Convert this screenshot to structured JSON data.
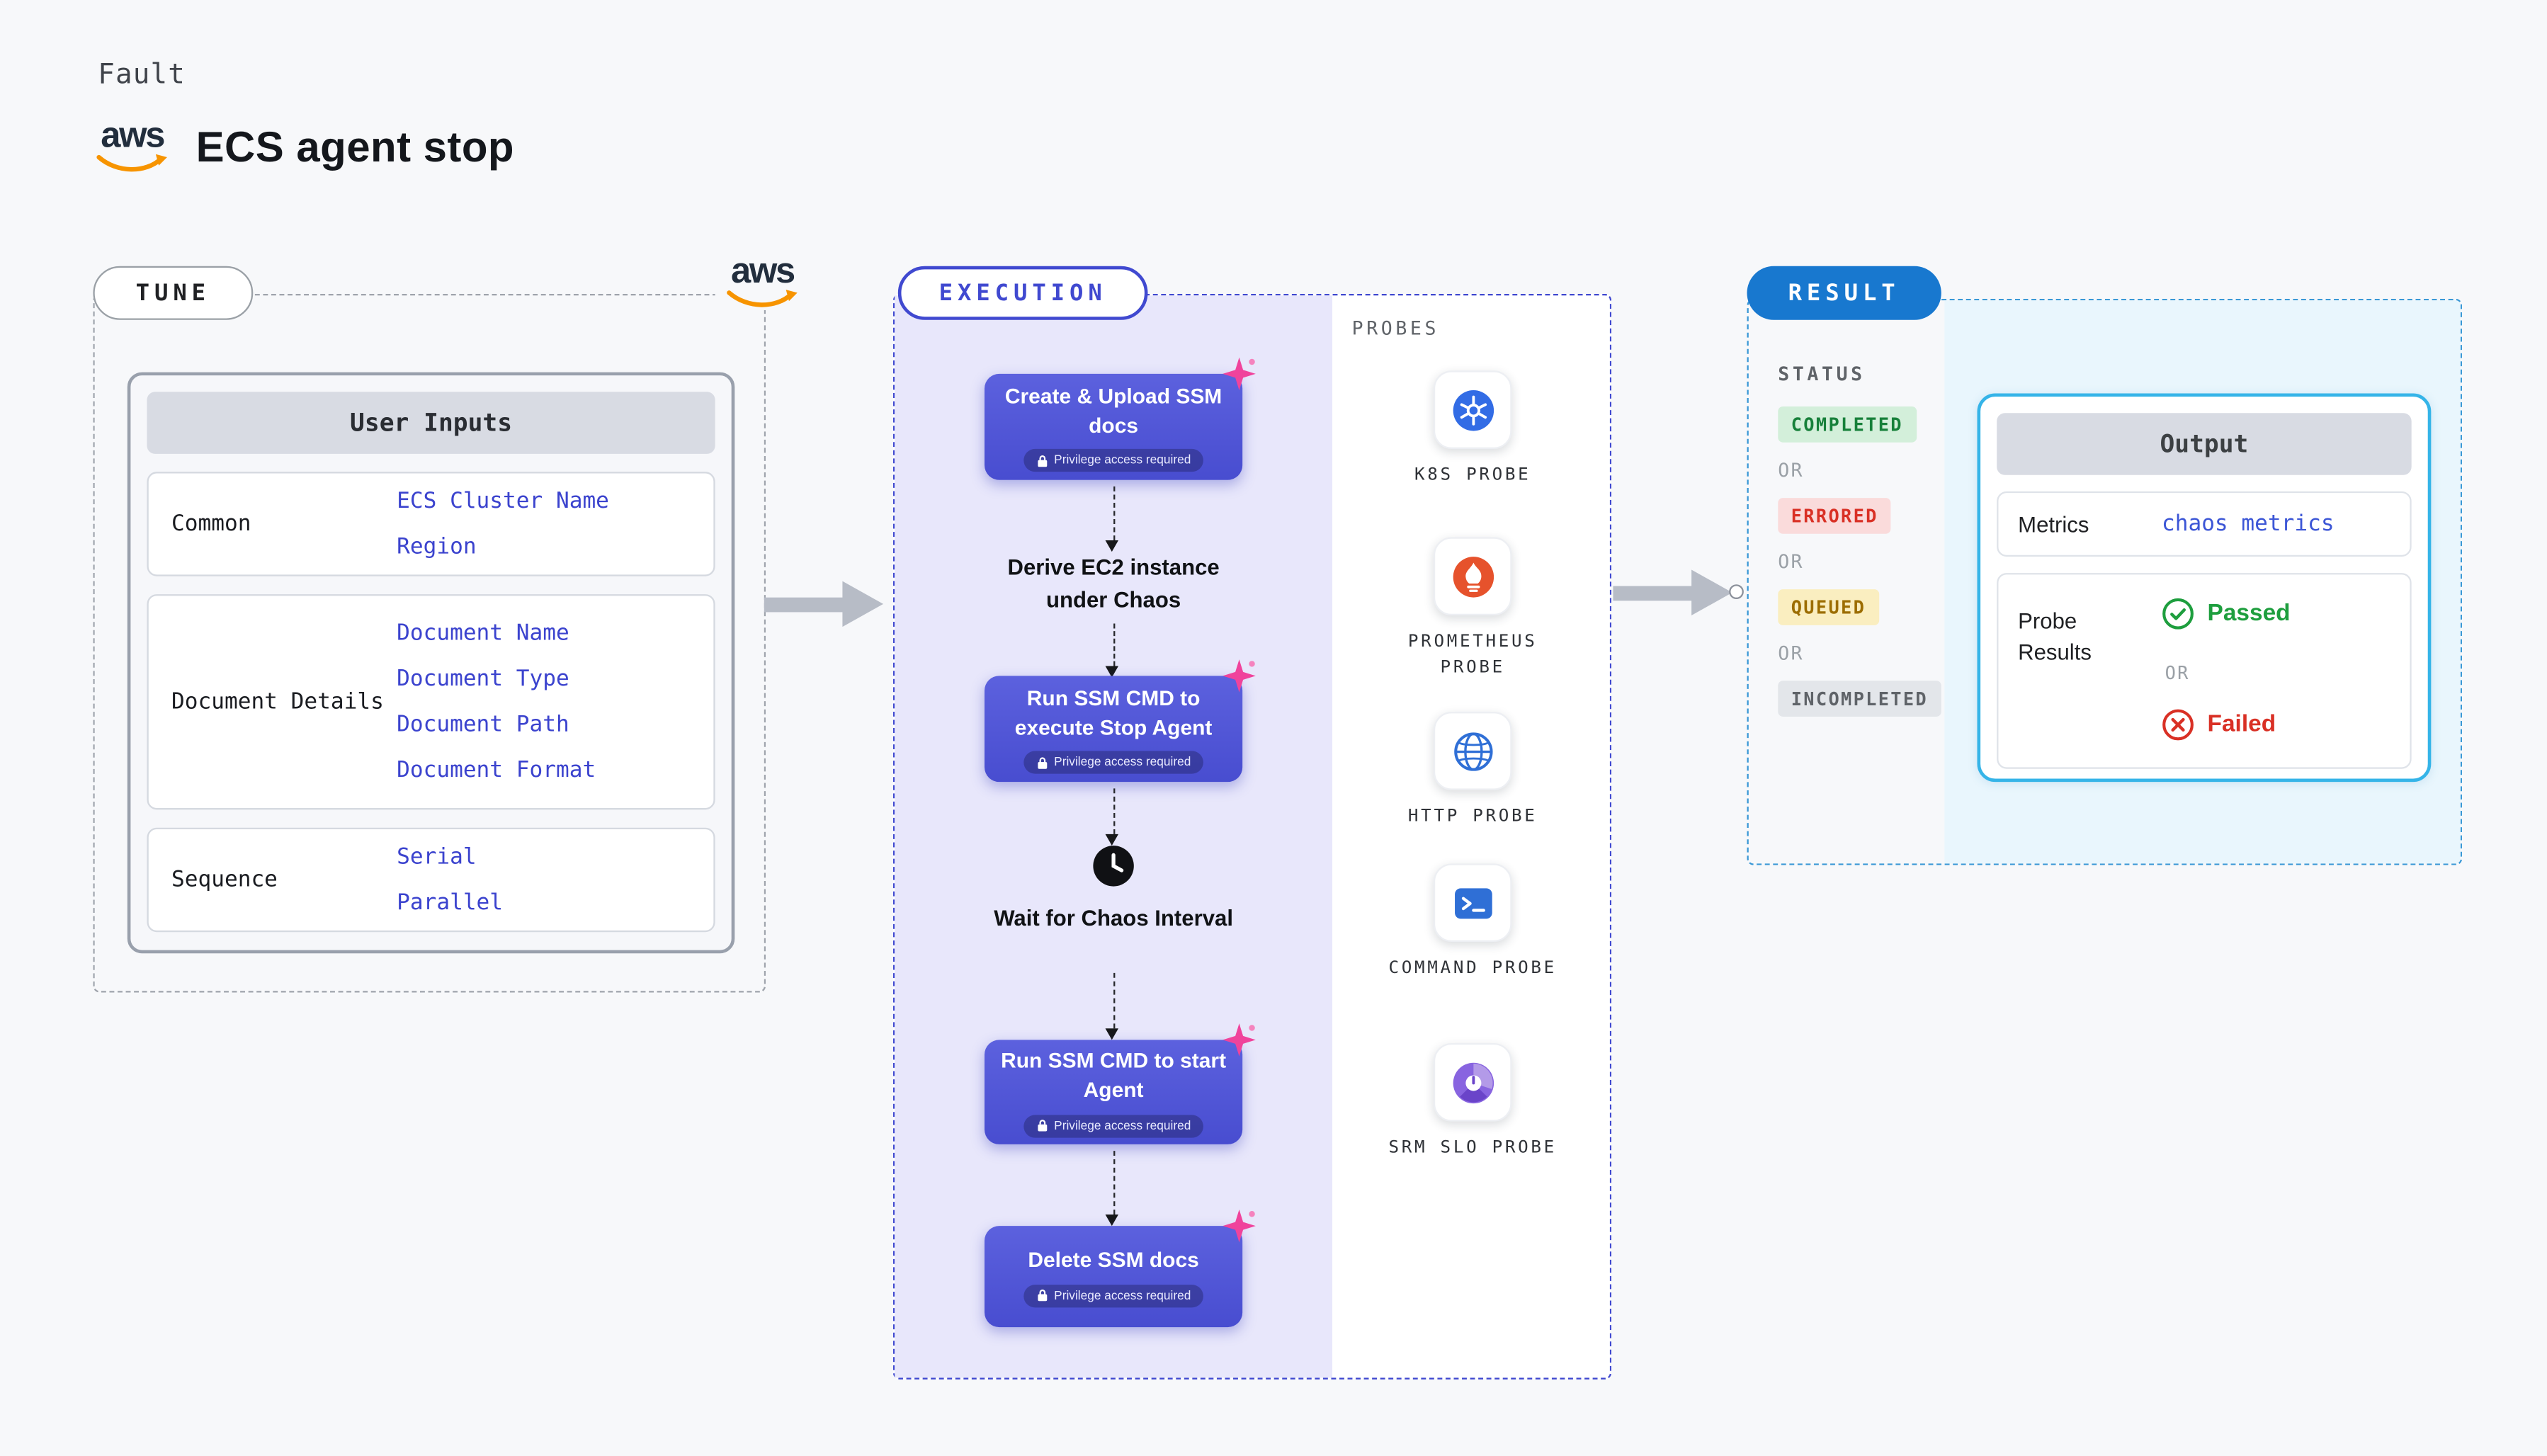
{
  "page": {
    "kicker": "Fault",
    "title": "ECS agent stop"
  },
  "aws_logo": {
    "text": "aws"
  },
  "tune": {
    "label": "TUNE",
    "user_inputs": {
      "header": "User Inputs",
      "rows": [
        {
          "label": "Common",
          "values": [
            "ECS Cluster Name",
            "Region"
          ]
        },
        {
          "label": "Document Details",
          "values": [
            "Document Name",
            "Document Type",
            "Document Path",
            "Document Format"
          ]
        },
        {
          "label": "Sequence",
          "values": [
            "Serial",
            "Parallel"
          ]
        }
      ]
    }
  },
  "execution": {
    "label": "EXECUTION",
    "probes_header": "PROBES",
    "steps": [
      {
        "title": "Create & Upload SSM docs",
        "badge": "Privilege access required"
      },
      {
        "title": "Derive EC2 instance under Chaos"
      },
      {
        "title": "Run SSM CMD to execute Stop Agent",
        "badge": "Privilege access required"
      },
      {
        "title": "Wait for Chaos Interval"
      },
      {
        "title": "Run SSM CMD to start Agent",
        "badge": "Privilege access required"
      },
      {
        "title": "Delete SSM docs",
        "badge": "Privilege access required"
      }
    ],
    "probes": [
      {
        "name": "K8S PROBE",
        "icon": "kubernetes-icon"
      },
      {
        "name": "PROMETHEUS PROBE",
        "icon": "prometheus-icon"
      },
      {
        "name": "HTTP PROBE",
        "icon": "globe-icon"
      },
      {
        "name": "COMMAND PROBE",
        "icon": "terminal-icon"
      },
      {
        "name": "SRM SLO PROBE",
        "icon": "gauge-pie-icon"
      }
    ]
  },
  "result": {
    "label": "RESULT",
    "status": {
      "header": "STATUS",
      "separator": "OR",
      "badges": [
        {
          "label": "COMPLETED",
          "tone": "green"
        },
        {
          "label": "ERRORED",
          "tone": "red"
        },
        {
          "label": "QUEUED",
          "tone": "amber"
        },
        {
          "label": "INCOMPLETED",
          "tone": "gray"
        }
      ]
    },
    "output": {
      "header": "Output",
      "metrics_label": "Metrics",
      "metrics_value": "chaos metrics",
      "probe_results_label": "Probe Results",
      "passed": "Passed",
      "or": "OR",
      "failed": "Failed"
    }
  },
  "colors": {
    "step_purple": "#5156d6",
    "execution_border": "#4049d0",
    "result_pill_blue": "#1878cf",
    "output_border": "#35b4e8",
    "aws_orange": "#f79400",
    "passed_green": "#1e9e3e",
    "failed_red": "#d93025",
    "queued_amber": "#9c6d00",
    "completed_green": "#17803a",
    "sparkle_pink": "#f0439c"
  }
}
